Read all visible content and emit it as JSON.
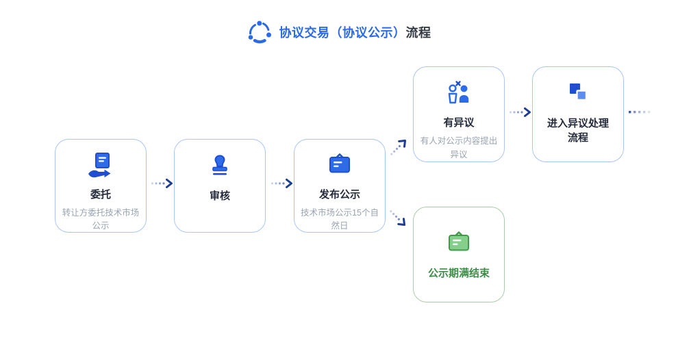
{
  "header": {
    "title_highlight": "协议交易（协议公示）",
    "title_rest": "流程"
  },
  "nodes": {
    "entrust": {
      "label": "委托",
      "desc": "转让方委托技术市场公示"
    },
    "review": {
      "label": "审核"
    },
    "publish": {
      "label": "发布公示",
      "desc": "技术市场公示15个自然日"
    },
    "objection": {
      "label": "有异议",
      "desc": "有人对公示内容提出异议"
    },
    "process": {
      "label": "进入异议处理流程"
    },
    "end": {
      "label": "公示期满结束"
    }
  },
  "icons": {
    "header": "share-network-icon",
    "entrust": "hand-holding-document-icon",
    "review": "stamp-icon",
    "publish": "notice-board-icon",
    "objection": "people-objection-icon",
    "process": "overlapping-squares-icon",
    "end": "notice-board-green-icon"
  },
  "colors": {
    "accent_blue": "#2A6AE8",
    "dark_blue": "#1D4FD0",
    "arrow_navy": "#1D3C94",
    "node_border_blue": "#A8C6F8",
    "node_title_text": "#252B3A",
    "node_desc_text": "#9AA3B2",
    "node_border_green": "#A9CBAB",
    "green_text": "#3C8C46",
    "green_icon": "#3F9B47"
  }
}
